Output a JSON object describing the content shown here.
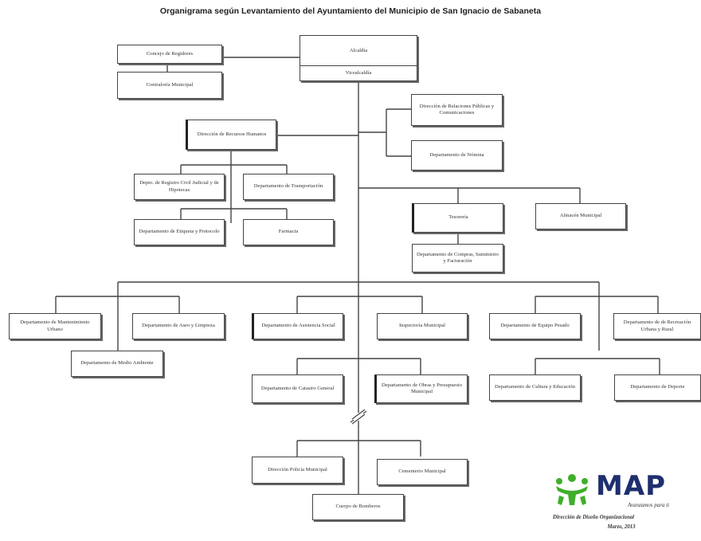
{
  "title": "Organigrama según Levantamiento del Ayuntamiento del Municipio de San Ignacio de Sabaneta",
  "units": {
    "alcaldia": "Alcaldía",
    "vicealcaldia": "Vicealcaldía",
    "concejo": "Concejo de Regidores",
    "contraloria": "Contraloría Municipal",
    "rrhh": "Dirección de Recursos Humanos",
    "relaciones": "Dirección de Relaciones Públicas y Comunicaciones",
    "nomina": "Departamento de Nómina",
    "registro_civil": "Depto. de Registro Civil Judicial y de Hipotecas",
    "transportacion": "Departamento de Transportación",
    "etiqueta": "Departamento de Etiqueta y Protocolo",
    "farmacia": "Farmacia",
    "tesoreria": "Tesorería",
    "almacen": "Almacén Municipal",
    "compras": "Departamento de Compras, Suministro y Facturación",
    "mantenimiento": "Departamento de Mantenimiento Urbano",
    "medio_ambiente": "Departamento de Medio Ambiente",
    "aseo": "Departamento de Aseo y Limpieza",
    "asistencia": "Departamento de Asistencia Social",
    "inspectoria": "Inspectoría Municipal",
    "equipo_pesado": "Departamento de Equipo Pesado",
    "recreacion": "Departamento de de Recreación Urbana y Rural",
    "catastro": "Departamento de Catastro General",
    "obras": "Departamento de Obras y Presupuesto Municipal",
    "cultura": "Departamento de Cultura y Educación",
    "deporte": "Departamento de Deporte",
    "policia": "Dirección Policía Municipal",
    "cementerio": "Cementerio Municipal",
    "bomberos": "Cuerpo de Bomberos"
  },
  "logo": {
    "name": "MAP",
    "tagline": "Avanzamos para ti",
    "department": "Dirección de Diseño Organizacional",
    "date": "Marzo, 2013",
    "color": "#1e2f6e",
    "icon_color": "#3fae2a"
  }
}
